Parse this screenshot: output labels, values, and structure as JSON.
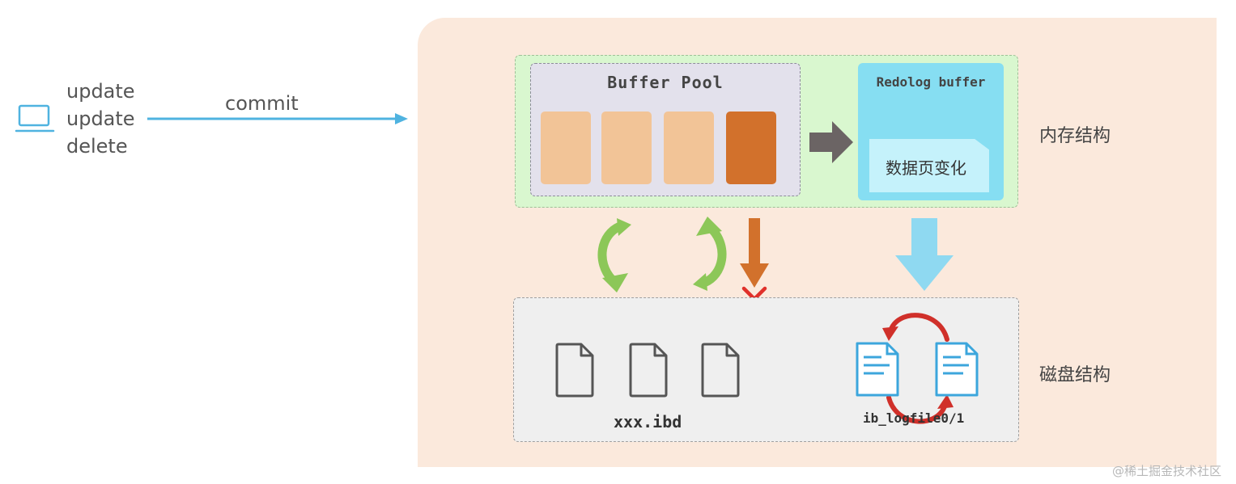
{
  "client": {
    "statements": [
      "update",
      "update",
      "delete"
    ],
    "commit_label": "commit"
  },
  "memory": {
    "buffer_pool_title": "Buffer Pool",
    "redolog_buffer_title": "Redolog buffer",
    "page_change_label": "数据页变化",
    "section_label": "内存结构"
  },
  "disk": {
    "data_file_label": "xxx.ibd",
    "log_file_label": "ib_logfile0/1",
    "section_label": "磁盘结构"
  },
  "watermark": "@稀土掘金技术社区",
  "colors": {
    "panel": "#fbe9dc",
    "memory_area": "#d9f7cf",
    "buffer_pool": "#e3e1ec",
    "clean_page": "#f2c497",
    "dirty_page": "#d2712c",
    "redolog_buffer": "#86def2",
    "disk_area": "#efefef",
    "client_arrow": "#4fb3e0",
    "sync_arrow": "#8cc758",
    "flush_arrow": "#d2712c",
    "redo_flush_arrow": "#8fd9f1",
    "cross": "#e0302a",
    "cycle_arrow": "#d0302a",
    "doc_icon": "#3ca6dc"
  }
}
